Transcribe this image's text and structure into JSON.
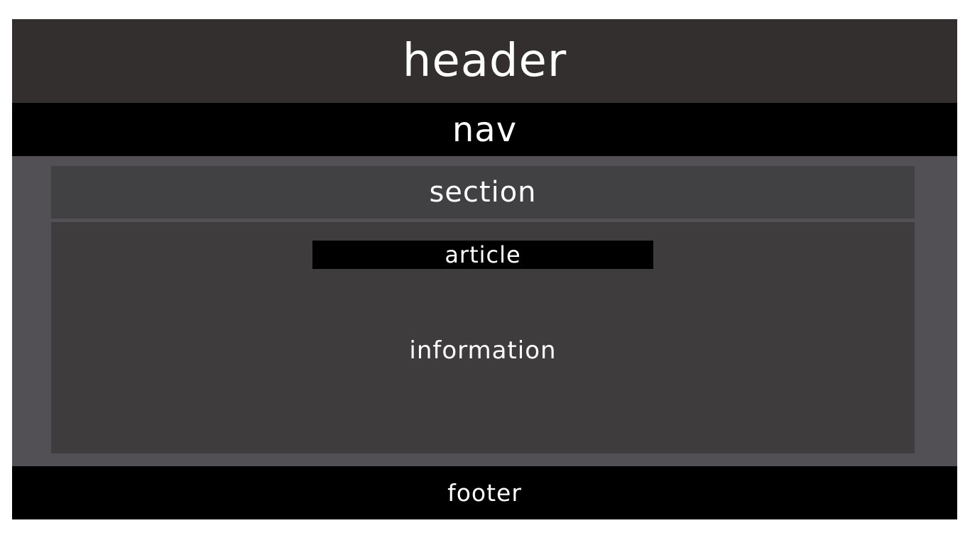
{
  "diagram": {
    "header": "header",
    "nav": "nav",
    "section": "section",
    "article": "article",
    "information": "information",
    "footer": "footer"
  },
  "colors": {
    "header_bg": "#332f2e",
    "nav_bg": "#000000",
    "main_bg": "#524f55",
    "section_bg": "#414042",
    "article_bg": "#3e3c3d",
    "footer_bg": "#000000",
    "text": "#ffffff"
  }
}
